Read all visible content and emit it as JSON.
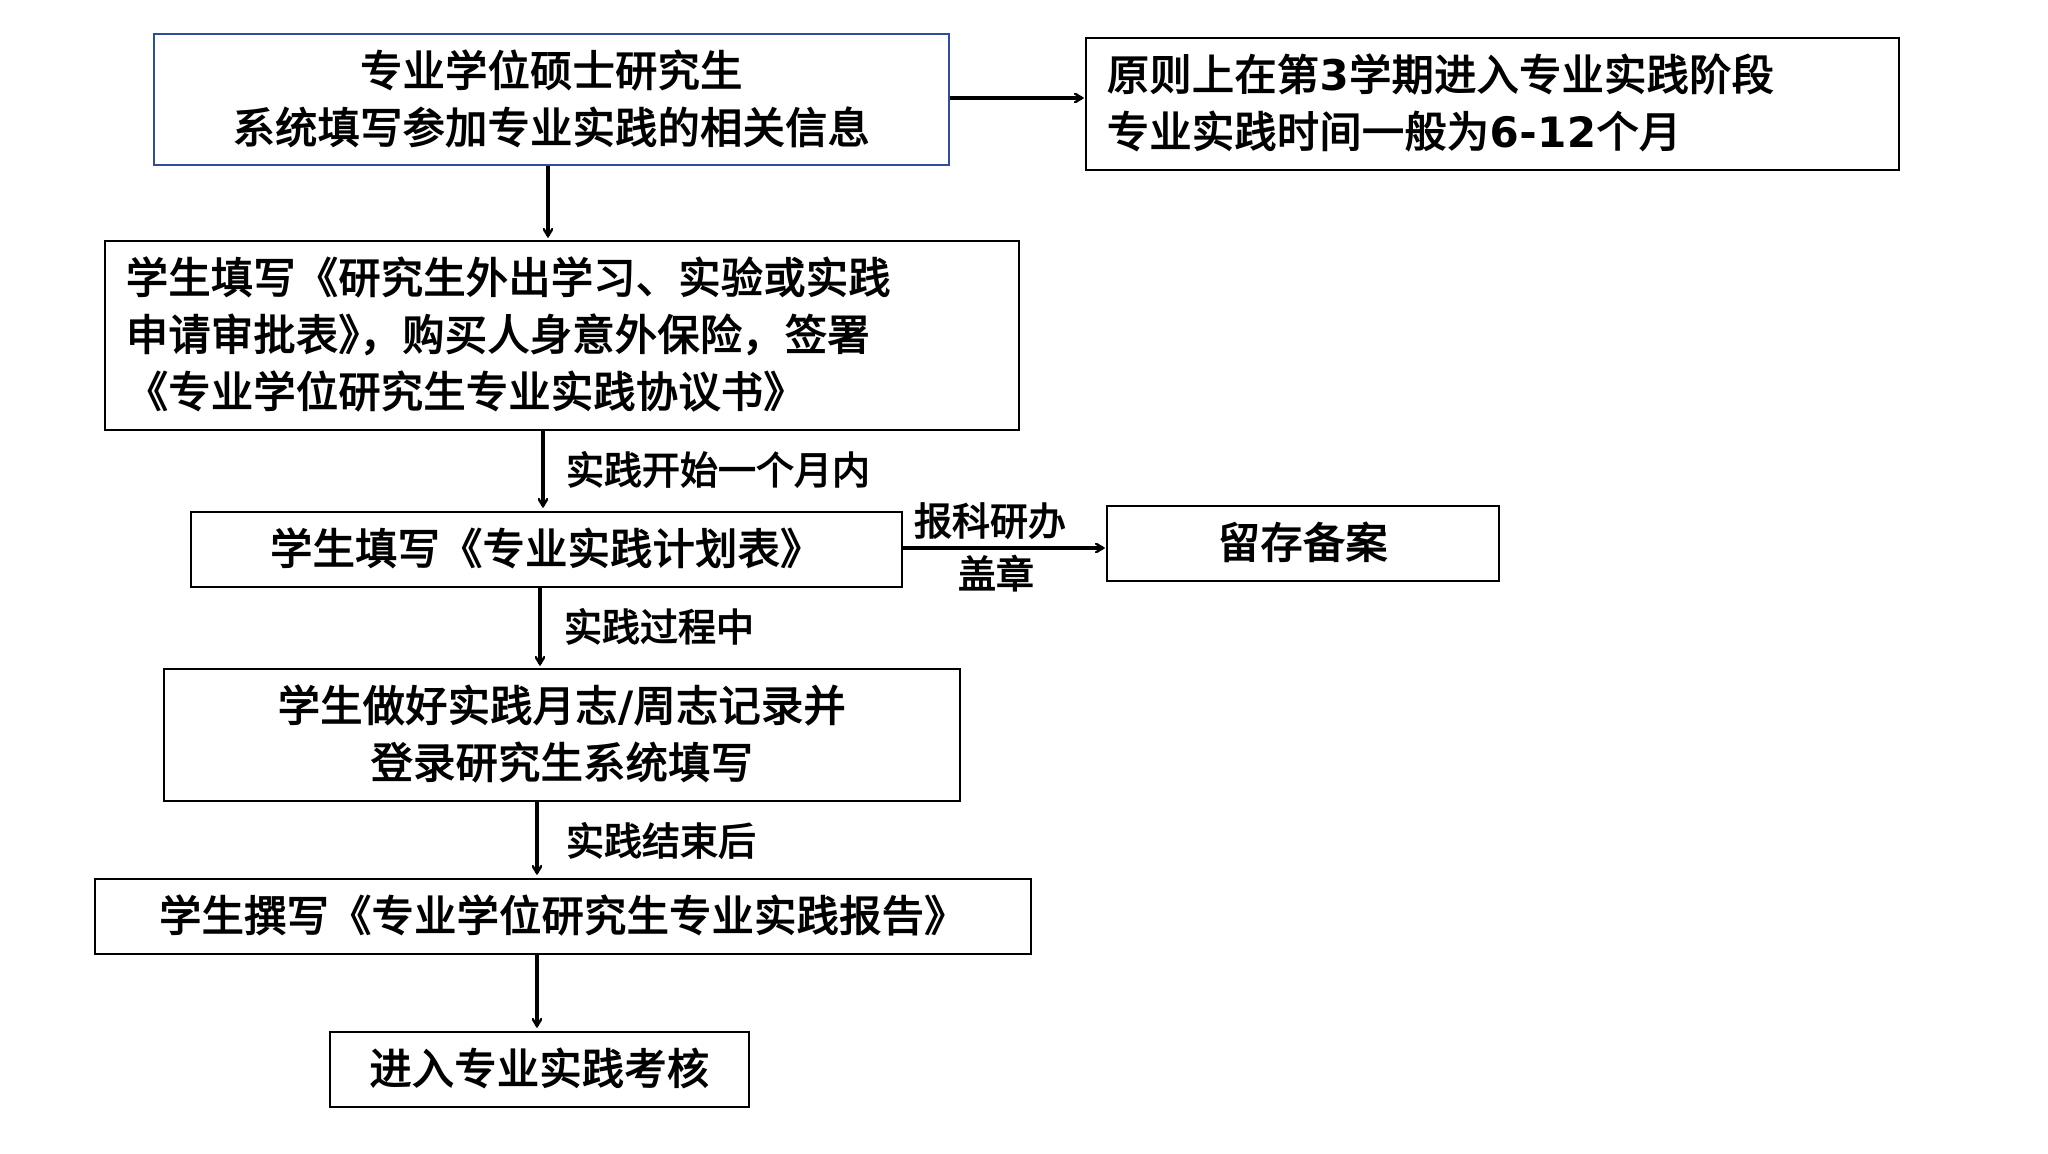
{
  "nodes": {
    "start": {
      "lines": [
        "专业学位硕士研究生",
        "系统填写参加专业实践的相关信息"
      ]
    },
    "principle": {
      "lines": [
        "原则上在第3学期进入专业实践阶段",
        "专业实践时间一般为6-12个月"
      ]
    },
    "application": {
      "lines": [
        "学生填写《研究生外出学习、实验或实践",
        "申请审批表》，购买人身意外保险，签署",
        "《专业学位研究生专业实践协议书》"
      ]
    },
    "plan": {
      "lines": [
        "学生填写《专业实践计划表》"
      ]
    },
    "archive": {
      "lines": [
        "留存备案"
      ]
    },
    "journal": {
      "lines": [
        "学生做好实践月志/周志记录并",
        "登录研究生系统填写"
      ]
    },
    "report": {
      "lines": [
        "学生撰写《专业学位研究生专业实践报告》"
      ]
    },
    "assessment": {
      "lines": [
        "进入专业实践考核"
      ]
    }
  },
  "edge_labels": {
    "within_month": "实践开始一个月内",
    "stamp_line1": "报科研办",
    "stamp_line2": "盖章",
    "in_process": "实践过程中",
    "after_end": "实践结束后"
  },
  "colors": {
    "start_border": "#2f4da0",
    "border": "#000000",
    "text": "#000000",
    "background": "#ffffff"
  }
}
